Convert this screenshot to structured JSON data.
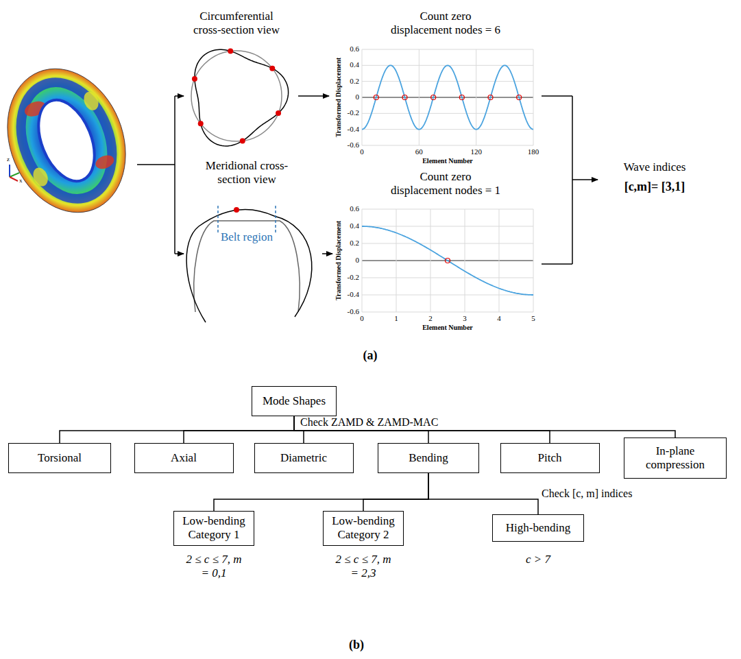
{
  "diagram": {
    "nodes": [
      {
        "text": [
          "Mode Shapes"
        ]
      },
      {
        "text": [
          "Torsional"
        ]
      },
      {
        "text": [
          "Axial"
        ]
      },
      {
        "text": [
          "Diametric"
        ]
      },
      {
        "text": [
          "Bending"
        ]
      },
      {
        "text": [
          "Pitch"
        ]
      },
      {
        "text": [
          "In-plane compression"
        ]
      },
      {
        "text": [
          "Low-bending Category 1"
        ]
      },
      {
        "text": [
          "Low-bending Category 2"
        ]
      },
      {
        "text": [
          "High-bending"
        ]
      }
    ],
    "edges": [
      {
        "from": 0,
        "to": 1,
        "arrow": "none"
      },
      {
        "from": 0,
        "to": 2,
        "arrow": "none"
      },
      {
        "from": 0,
        "to": 3,
        "arrow": "none"
      },
      {
        "from": 0,
        "to": 4,
        "arrow": "none"
      },
      {
        "from": 0,
        "to": 5,
        "arrow": "none"
      },
      {
        "from": 0,
        "to": 6,
        "arrow": "none"
      },
      {
        "from": 4,
        "to": 7,
        "arrow": "none"
      },
      {
        "from": 4,
        "to": 8,
        "arrow": "none"
      },
      {
        "from": 4,
        "to": 9,
        "arrow": "none"
      }
    ],
    "labels": [
      "Circumferential cross-section view",
      "Count zero displacement nodes = 6",
      "Meridional cross-section view",
      "Belt region",
      "Count zero displacement nodes = 1",
      "Wave indices",
      "[c,m]= [3,1]",
      "(a)",
      "0.6",
      "0.4",
      "0.2",
      "0",
      "-0.2",
      "-0.4",
      "-0.6",
      "0",
      "60",
      "120",
      "180",
      "Transformed Displacement",
      "Element Number",
      "0.6",
      "0.4",
      "0.2",
      "0",
      "-0.2",
      "-0.4",
      "-0.6",
      "0",
      "1",
      "2",
      "3",
      "4",
      "5",
      "Transformed Displacement",
      "Element Number",
      "Check ZAMD & ZAMD-MAC",
      "Check [c, m] indices",
      "2 ≤ c ≤ 7, m = 0,1",
      "2 ≤ c ≤ 7, m = 2,3",
      "c > 7",
      "(b)",
      "z",
      "x"
    ]
  }
}
